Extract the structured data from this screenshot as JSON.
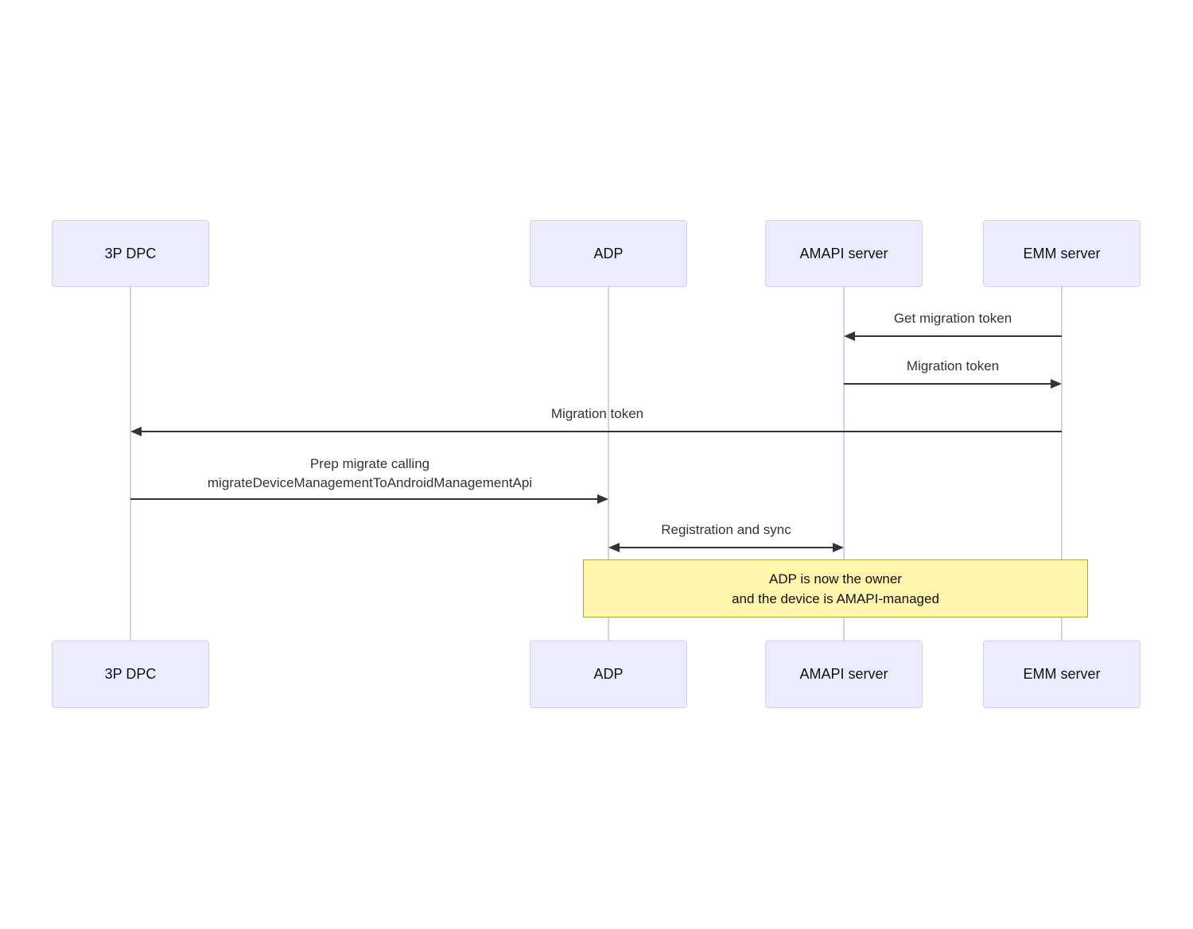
{
  "diagram": {
    "type": "sequence-diagram",
    "actors": [
      {
        "name": "3P DPC"
      },
      {
        "name": "ADP"
      },
      {
        "name": "AMAPI server"
      },
      {
        "name": "EMM server"
      }
    ],
    "messages": [
      {
        "label": "Get migration token",
        "from": "EMM server",
        "to": "AMAPI server",
        "direction": "left"
      },
      {
        "label": "Migration token",
        "from": "AMAPI server",
        "to": "EMM server",
        "direction": "right"
      },
      {
        "label": "Migration token",
        "from": "EMM server",
        "to": "3P DPC",
        "direction": "left"
      },
      {
        "label_lines": [
          "Prep migrate calling",
          "migrateDeviceManagementToAndroidManagementApi"
        ],
        "from": "3P DPC",
        "to": "ADP",
        "direction": "right"
      },
      {
        "label": "Registration and sync",
        "from": "ADP",
        "to": "AMAPI server",
        "direction": "both"
      }
    ],
    "note": {
      "lines": [
        "ADP is now the owner",
        "and the device is AMAPI-managed"
      ],
      "over": [
        "ADP",
        "EMM server"
      ]
    },
    "colors": {
      "background": "#FFFFFF",
      "actor_fill": "#ECECFF",
      "actor_border": "#D6CCF0",
      "lifeline": "#D8CCF0",
      "arrow": "#333333",
      "message_text": "#333333",
      "note_fill": "#FFF5AD",
      "note_border": "#AAAA33"
    }
  }
}
